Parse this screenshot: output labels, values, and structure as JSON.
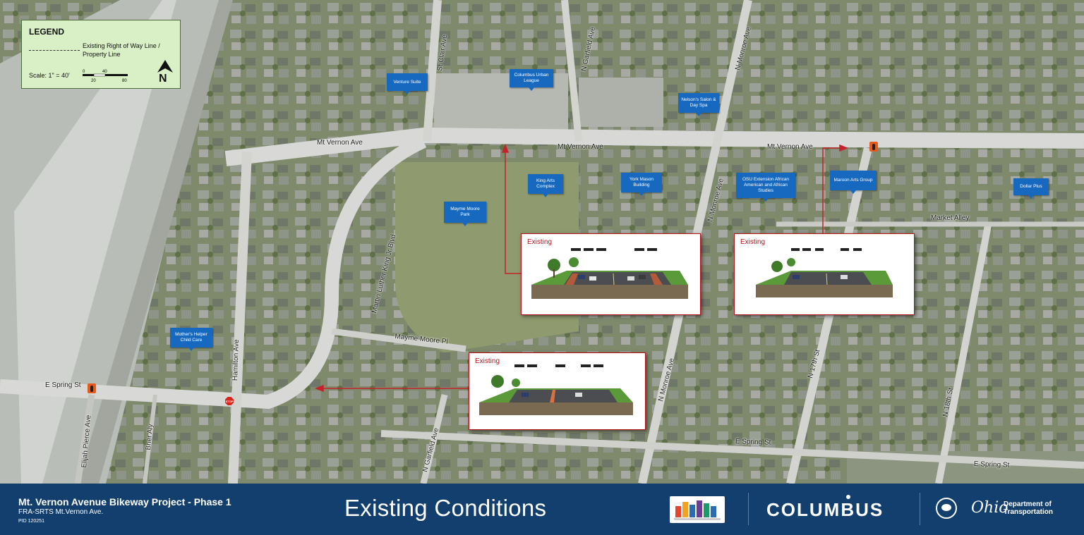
{
  "legend": {
    "title": "LEGEND",
    "row_label": "Existing Right of Way Line / Property Line",
    "scale_label": "Scale: 1\" = 40'",
    "scale_ticks": [
      "0",
      "40",
      "20",
      "80"
    ],
    "north_label": "N"
  },
  "streets": {
    "mt_vernon_1": "Mt Vernon Ave",
    "mt_vernon_2": "Mt Vernon Ave",
    "mt_vernon_3": "Mt Vernon Ave",
    "st_clair": "St Clair Ave",
    "n_garfield_top": "N Garfield Ave",
    "n_monroe_top": "N Monroe Ave",
    "n_monroe_mid": "N Monroe Ave",
    "n_monroe_low": "N Monroe Ave",
    "mlk": "Martin Luther King Jr Blvd",
    "hamilton": "Hamilton Ave",
    "e_spring_left": "E Spring St",
    "mayme_moore_pl": "Mayme Moore Pl",
    "elijah_pierce": "Elijah Pierce Ave",
    "brier": "Brier Aly",
    "n_garfield_bottom": "N Garfield Ave",
    "market_alley": "Market Alley",
    "n_17th": "N 17th St",
    "n_18th": "N 18th St",
    "e_spring_mid": "E Spring St",
    "e_spring_right": "E Spring St"
  },
  "labels": {
    "venture_suite": "Venture Suite",
    "columbus_urban_league": "Columbus Urban League",
    "nelsons_salon": "Nelson's Salon & Day Spa",
    "king_arts": "King Arts Complex",
    "york_mason": "York Mason Building",
    "osu_extension": "OSU Extension African American and African Studies",
    "maroon_arts": "Maroon Arts Group",
    "dollar_plus": "Dollar Plus",
    "mayme_moore_park": "Mayme Moore Park",
    "mothers_helper": "Mother's Helper Child Care"
  },
  "callouts": {
    "c1": "Existing",
    "c2": "Existing",
    "c3": "Existing"
  },
  "stop_text": "STOP",
  "footer": {
    "project_title": "Mt. Vernon Avenue Bikeway Project - Phase 1",
    "subtitle": "FRA-SRTS Mt.Vernon Ave.",
    "pid": "PID 120251",
    "heading": "Existing Conditions",
    "columbus": "COLUMBUS",
    "odot_line1": "Department of",
    "odot_line2": "Transportation",
    "ohio": "Ohio"
  },
  "colors": {
    "footer_bg": "#123f6e",
    "label_blue": "#1769c0",
    "callout_red": "#b5121b",
    "legend_bg": "#d9efc6"
  }
}
